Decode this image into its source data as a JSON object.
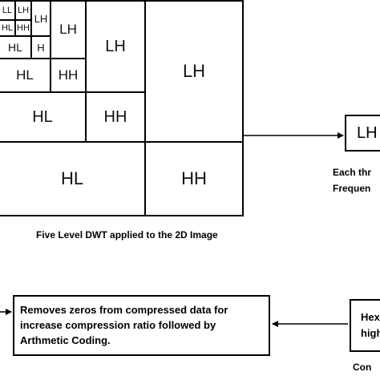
{
  "dwt_grid": {
    "lvl5": {
      "ll": "LL",
      "lh": "LH",
      "hl": "HL",
      "hh": "HH"
    },
    "lvl4": {
      "lh": "LH",
      "hl": "HL",
      "hh": "H"
    },
    "lvl3": {
      "lh": "LH",
      "hl": "HL",
      "hh": "HH"
    },
    "lvl2": {
      "lh": "LH",
      "hl": "HL",
      "hh": "HH"
    },
    "lvl1": {
      "lh": "LH",
      "hl": "HL",
      "hh": "HH"
    }
  },
  "grid_caption": "Five Level DWT applied to the 2D Image",
  "right_box_label": "LH",
  "right_caption": {
    "line1": "Each thr",
    "line2": "Frequen"
  },
  "bottom_left_box": {
    "lines": [
      "Removes zeros from compressed data for",
      "increase compression ratio followed by",
      "Arthmetic Coding."
    ]
  },
  "bottom_right_box": {
    "line1": "Hex",
    "line2": "high"
  },
  "bottom_right_caption": "Con"
}
